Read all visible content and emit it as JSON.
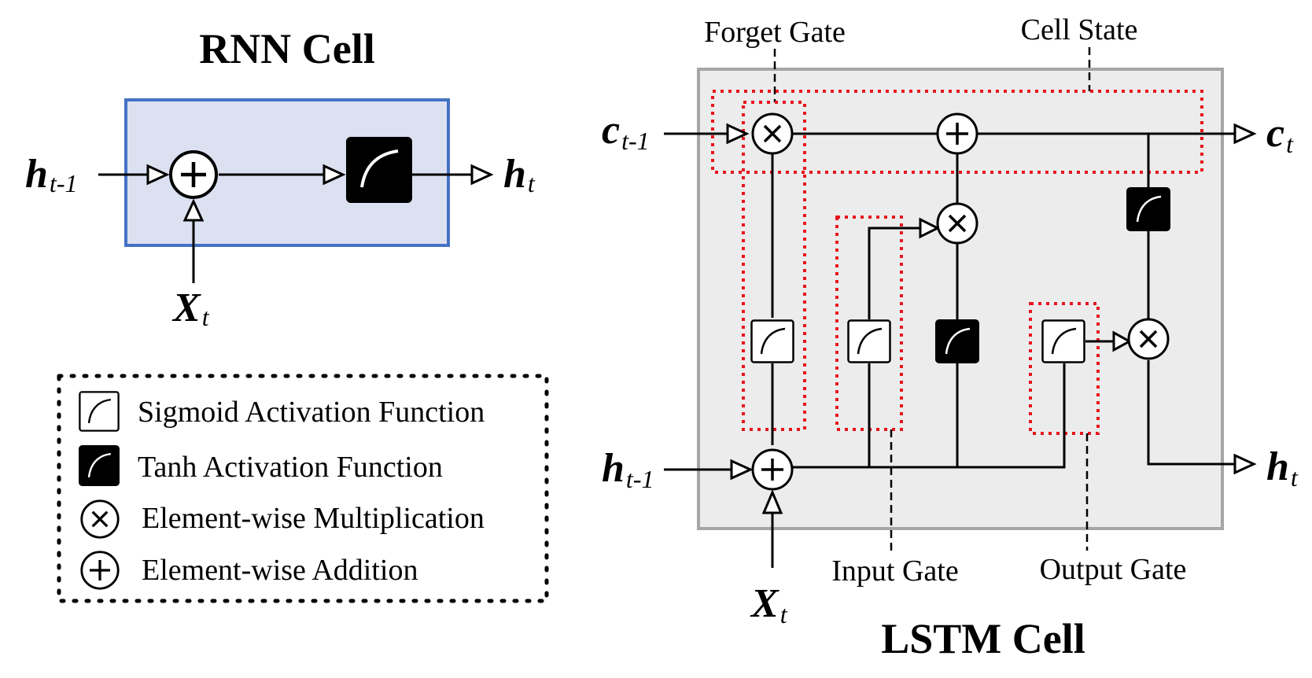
{
  "rnn": {
    "title": "RNN Cell",
    "input_h": "h",
    "input_h_sub": "t-1",
    "output_h": "h",
    "output_h_sub": "t",
    "input_x": "X",
    "input_x_sub": "t"
  },
  "lstm": {
    "title": "LSTM Cell",
    "input_c": "c",
    "input_c_sub": "t-1",
    "output_c": "c",
    "output_c_sub": "t",
    "input_h": "h",
    "input_h_sub": "t-1",
    "output_h": "h",
    "output_h_sub": "t",
    "input_x": "X",
    "input_x_sub": "t",
    "forget_gate_label": "Forget Gate",
    "cell_state_label": "Cell State",
    "input_gate_label": "Input Gate",
    "output_gate_label": "Output Gate"
  },
  "legend": {
    "items": [
      {
        "icon": "sigmoid-icon",
        "label": "Sigmoid Activation Function"
      },
      {
        "icon": "tanh-icon",
        "label": "Tanh Activation Function"
      },
      {
        "icon": "multiply-icon",
        "label": "Element-wise Multiplication"
      },
      {
        "icon": "add-icon",
        "label": "Element-wise Addition"
      }
    ]
  },
  "colors": {
    "rnn_box_fill": "#dce1f2",
    "rnn_box_stroke": "#4472c4",
    "lstm_box_fill": "#ececec",
    "lstm_box_stroke": "#a6a6a6",
    "gate_outline": "#e8141c"
  }
}
